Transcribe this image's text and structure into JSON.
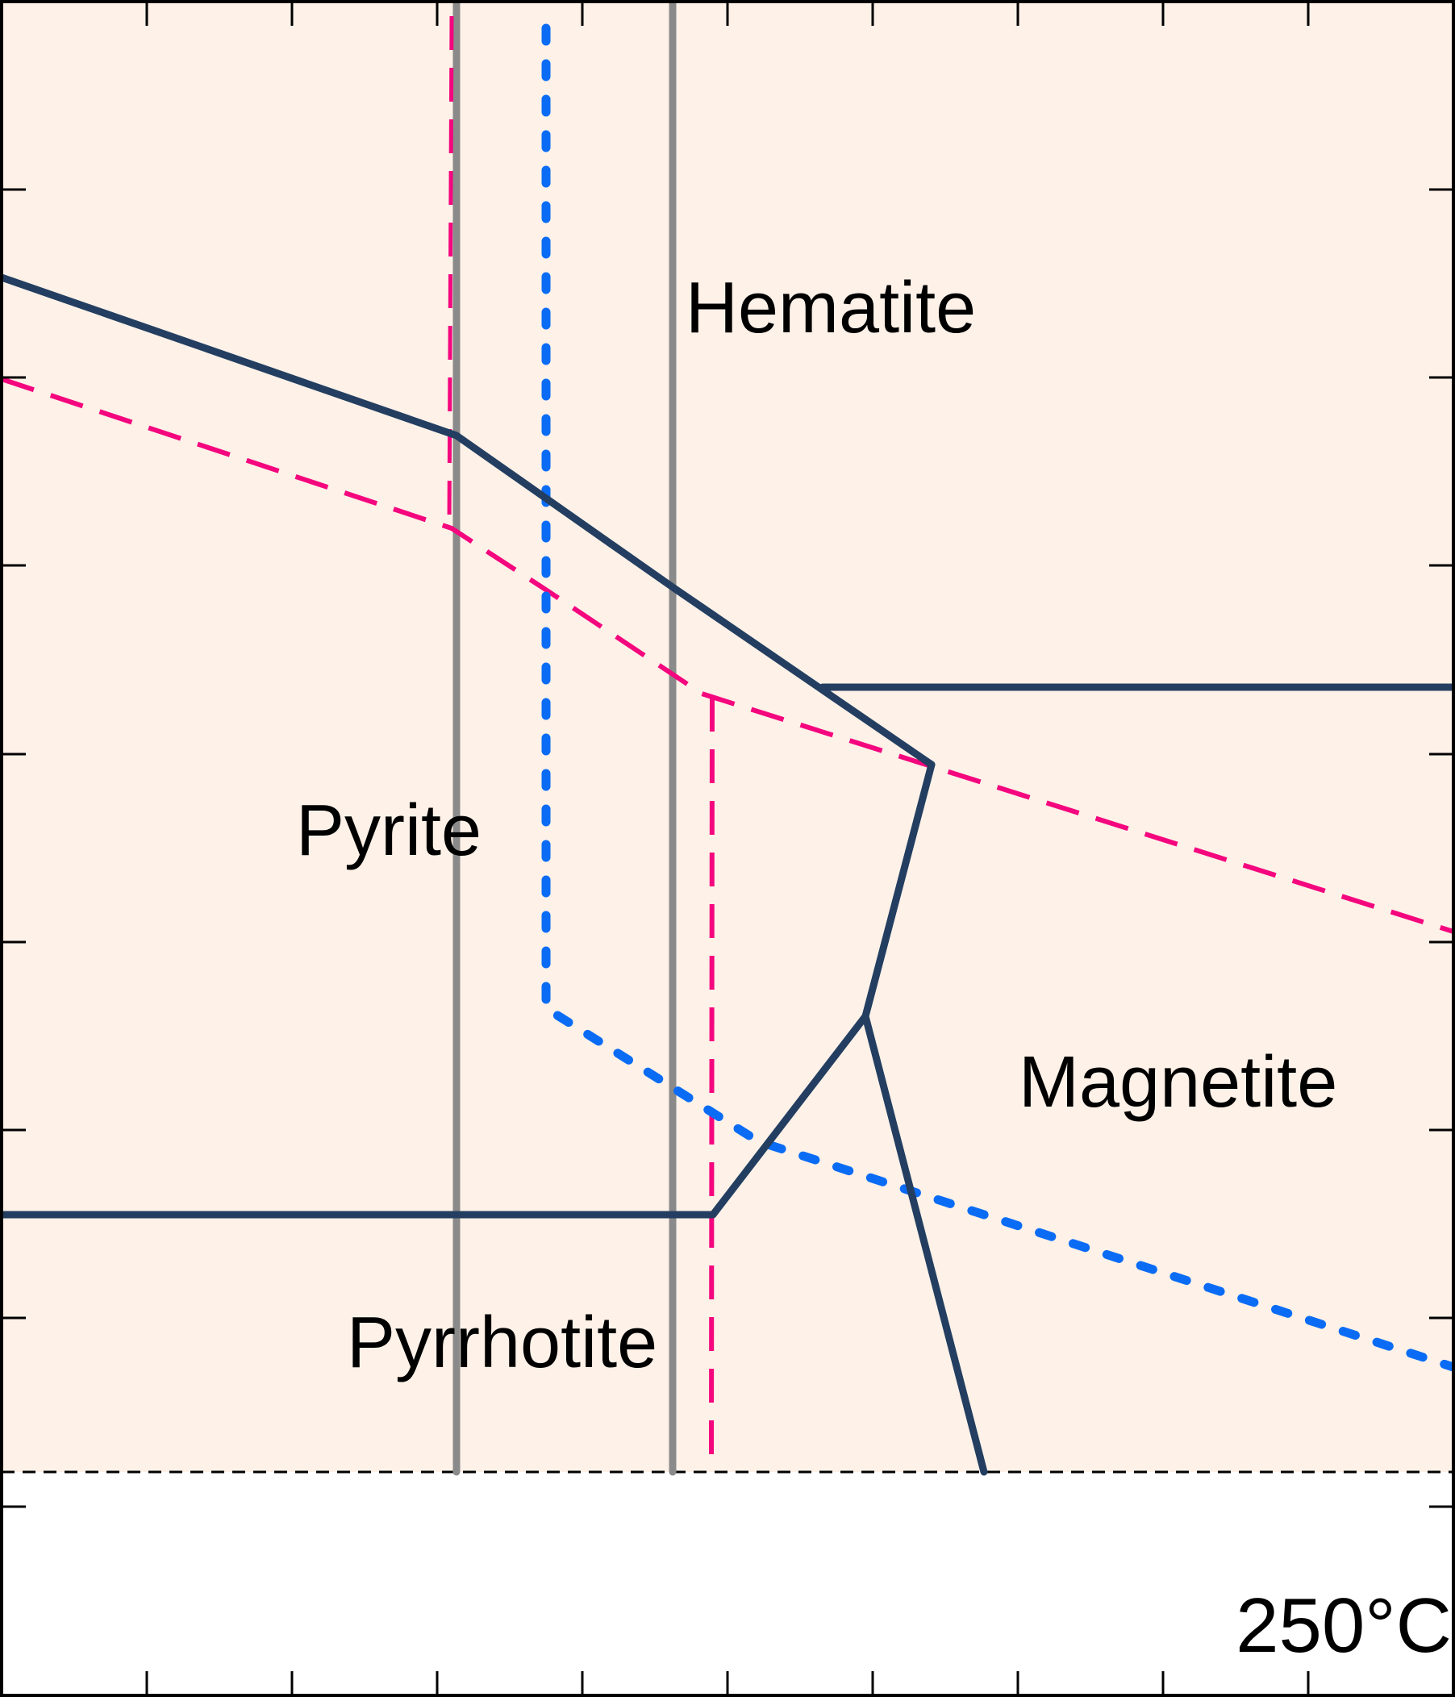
{
  "diagram": {
    "fields": {
      "hematite": "Hematite",
      "pyrite": "Pyrite",
      "magnetite": "Magnetite",
      "pyrrhotite": "Pyrrhotite"
    },
    "temperature_label": "250°C"
  },
  "colors": {
    "stability_field_fill": "#fdf1e8",
    "phase_boundary": "#233e60",
    "pink_dashed_boundary": "#f4067e",
    "blue_dotted_boundary": "#0a6cf5",
    "gray_vertical_line": "#8a8a8a",
    "frame_and_ticks": "#000000"
  }
}
